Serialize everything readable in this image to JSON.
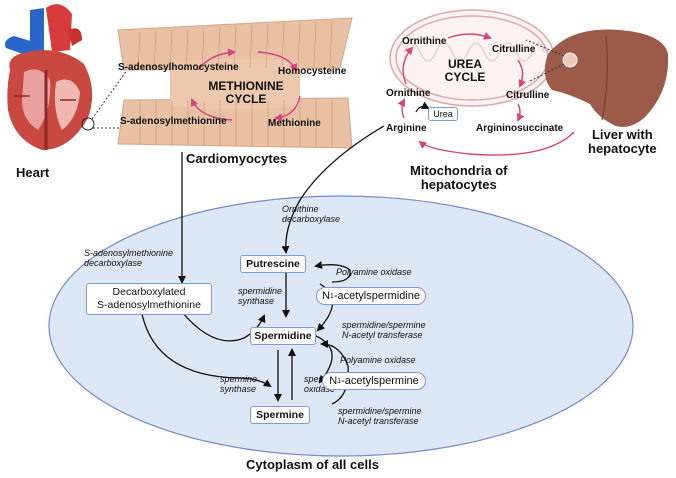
{
  "labels": {
    "heart": "Heart",
    "cardiomyocytes": "Cardiomyocytes",
    "mitochondria": "Mitochondria of\nhepatocytes",
    "liver": "Liver with\nhepatocyte",
    "cytoplasm": "Cytoplasm of all cells"
  },
  "methionine_cycle": {
    "title_line1": "METHIONINE",
    "title_line2": "CYCLE",
    "sah": "S-adenosylhomocysteine",
    "homocysteine": "Homocysteine",
    "sam": "S-adenosylmethionine",
    "methionine": "Methionine"
  },
  "urea_cycle": {
    "title_line1": "UREA",
    "title_line2": "CYCLE",
    "ornithine_top": "Ornithine",
    "citrulline_top": "Citrulline",
    "ornithine_left": "Ornithine",
    "citrulline_right": "Citrulline",
    "urea": "Urea",
    "arginine": "Arginine",
    "argininosuccinate": "Argininosuccinate"
  },
  "polyamine": {
    "putrescine": "Putrescine",
    "spermidine": "Spermidine",
    "spermine": "Spermine",
    "dcsam": "Decarboxylated\nS-adenosylmethionine",
    "n1_acetylspermidine_sup": "1",
    "n1_acetylspermidine_rest": "-acetylspermidine",
    "n1_acetylspermine_sup": "1",
    "n1_acetylspermine_rest": "-acetylspermine",
    "n_letter": "N"
  },
  "enzymes": {
    "odc": "Ornithine\ndecarboxylase",
    "samdc": "S-adenosylmethionine\ndecarboxylase",
    "spermidine_synthase": "spermidine\nsynthase",
    "spermine_synthase": "spermine\nsynthase",
    "spermine_oxidase": "spermine\noxidase",
    "pao_1": "Polyamine oxidase",
    "pao_2": "Polyamine oxidase",
    "ssat_1": "spermidine/spermine\nN-acetyl transferase",
    "ssat_2": "spermidine/spermine\nN-acetyl transferase"
  },
  "colors": {
    "cycle_arrow": "#d6457a",
    "ellipse_fill": "#dde7f5",
    "ellipse_stroke": "#6f8fc9",
    "box_border": "#7b9bd1",
    "muscle": "#e9c2a6",
    "liver": "#9b5a4a"
  }
}
